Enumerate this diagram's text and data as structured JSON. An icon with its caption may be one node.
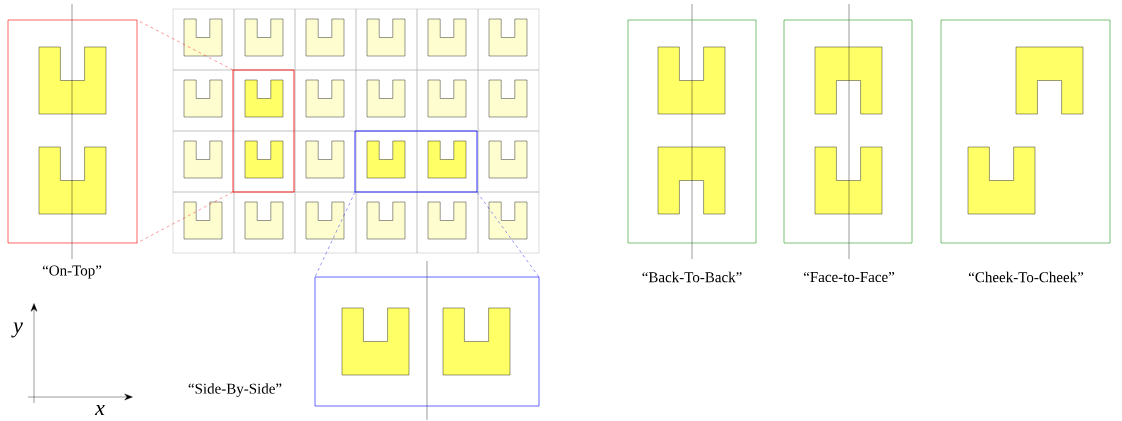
{
  "diagram": {
    "nodes": [
      {
        "text": [
          "“On-Top”"
        ]
      },
      {
        "text": [],
        "shape": "box"
      },
      {
        "text": [],
        "shape": "box"
      },
      {
        "text": [
          "“Side-By-Side”"
        ]
      },
      {
        "text": [
          "“Back-To-Back”"
        ]
      },
      {
        "text": [
          "“Face-to-Face”"
        ]
      },
      {
        "text": [
          "“Cheek-To-Cheek”"
        ]
      }
    ],
    "edges": [
      {
        "from": 1,
        "to": 0,
        "arrow": "none",
        "style": "dashed",
        "color": "#ff0000"
      },
      {
        "from": 1,
        "to": 0,
        "arrow": "none",
        "style": "dashed",
        "color": "#ff0000"
      },
      {
        "from": 2,
        "to": 3,
        "arrow": "none",
        "style": "dashed",
        "color": "#0000ff"
      },
      {
        "from": 2,
        "to": 3,
        "arrow": "none",
        "style": "dashed",
        "color": "#0000ff"
      }
    ],
    "labels": [
      "y",
      "x"
    ]
  }
}
